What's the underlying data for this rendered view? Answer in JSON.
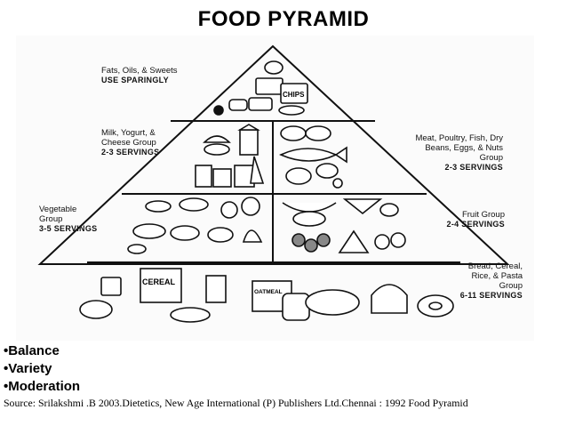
{
  "title": "FOOD PYRAMID",
  "groups": {
    "fats": {
      "name": "Fats, Oils, & Sweets",
      "serving": "USE SPARINGLY",
      "icon": "chips-candy-icon"
    },
    "milk": {
      "name": "Milk, Yogurt, & Cheese Group",
      "serving": "2-3 SERVINGS",
      "icon": "milk-cheese-icon"
    },
    "meat": {
      "name": "Meat, Poultry, Fish, Dry Beans, Eggs, & Nuts Group",
      "serving": "2-3 SERVINGS",
      "icon": "fish-meat-icon"
    },
    "vegetable": {
      "name": "Vegetable Group",
      "serving": "3-5 SERVINGS",
      "icon": "vegetables-icon"
    },
    "fruit": {
      "name": "Fruit Group",
      "serving": "2-4 SERVINGS",
      "icon": "fruits-icon"
    },
    "bread": {
      "name": "Bread, Cereal, Rice, & Pasta Group",
      "serving": "6-11 SERVINGS",
      "icon": "bread-cereal-icon"
    }
  },
  "food_labels": {
    "chips": "CHIPS",
    "cereal": "CEREAL",
    "oatmeal": "OATMEAL"
  },
  "bullets": [
    "•Balance",
    "•Variety",
    "•Moderation"
  ],
  "source": "Source: Srilakshmi .B 2003.Dietetics, New Age International (P) Publishers Ltd.Chennai : 1992 Food Pyramid"
}
